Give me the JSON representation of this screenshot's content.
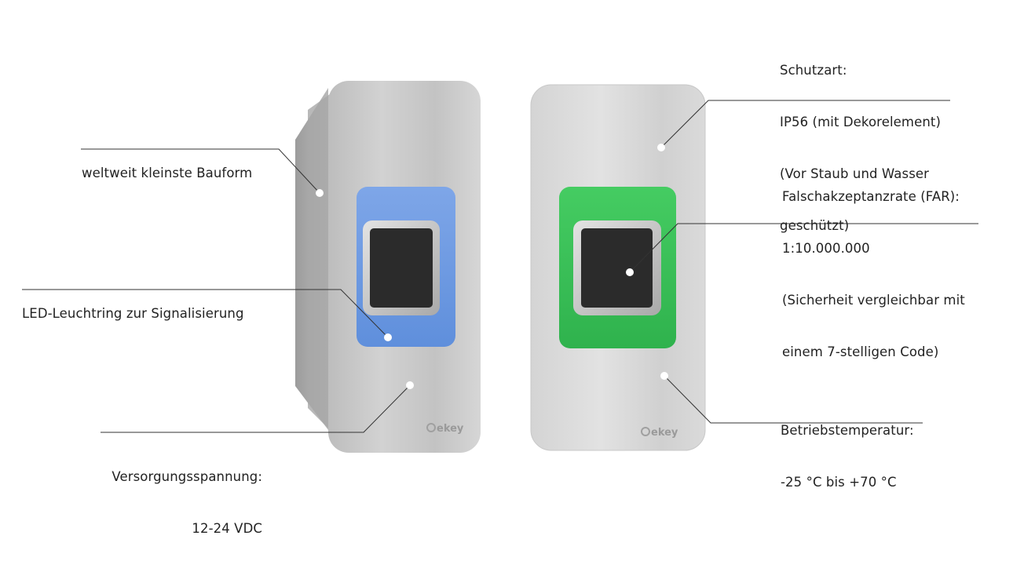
{
  "callouts": {
    "bauform": {
      "lines": [
        "weltweit kleinste Bauform"
      ]
    },
    "led": {
      "lines": [
        "LED-Leuchtring zur Signalisierung"
      ]
    },
    "spannung": {
      "lines": [
        "Versorgungsspannung:",
        "12-24 VDC"
      ]
    },
    "schutzart": {
      "lines": [
        "Schutzart:",
        "IP56 (mit Dekorelement)",
        "(Vor Staub und Wasser",
        "geschützt)"
      ]
    },
    "far": {
      "lines": [
        "Falschakzeptanzrate (FAR):",
        "1:10.000.000",
        "(Sicherheit vergleichbar mit",
        "einem 7-stelligen Code)"
      ]
    },
    "temperatur": {
      "lines": [
        "Betriebstemperatur:",
        "-25 °C bis +70 °C"
      ]
    }
  },
  "devices": {
    "left": {
      "brand": "ekey",
      "led_color": "#6f9be0",
      "state": "blue"
    },
    "right": {
      "brand": "ekey",
      "led_color": "#3ec35a",
      "state": "green"
    }
  },
  "colors": {
    "sensor": "#2b2b2b",
    "metal": "#c9c9c9",
    "leader_line": "#333333"
  }
}
